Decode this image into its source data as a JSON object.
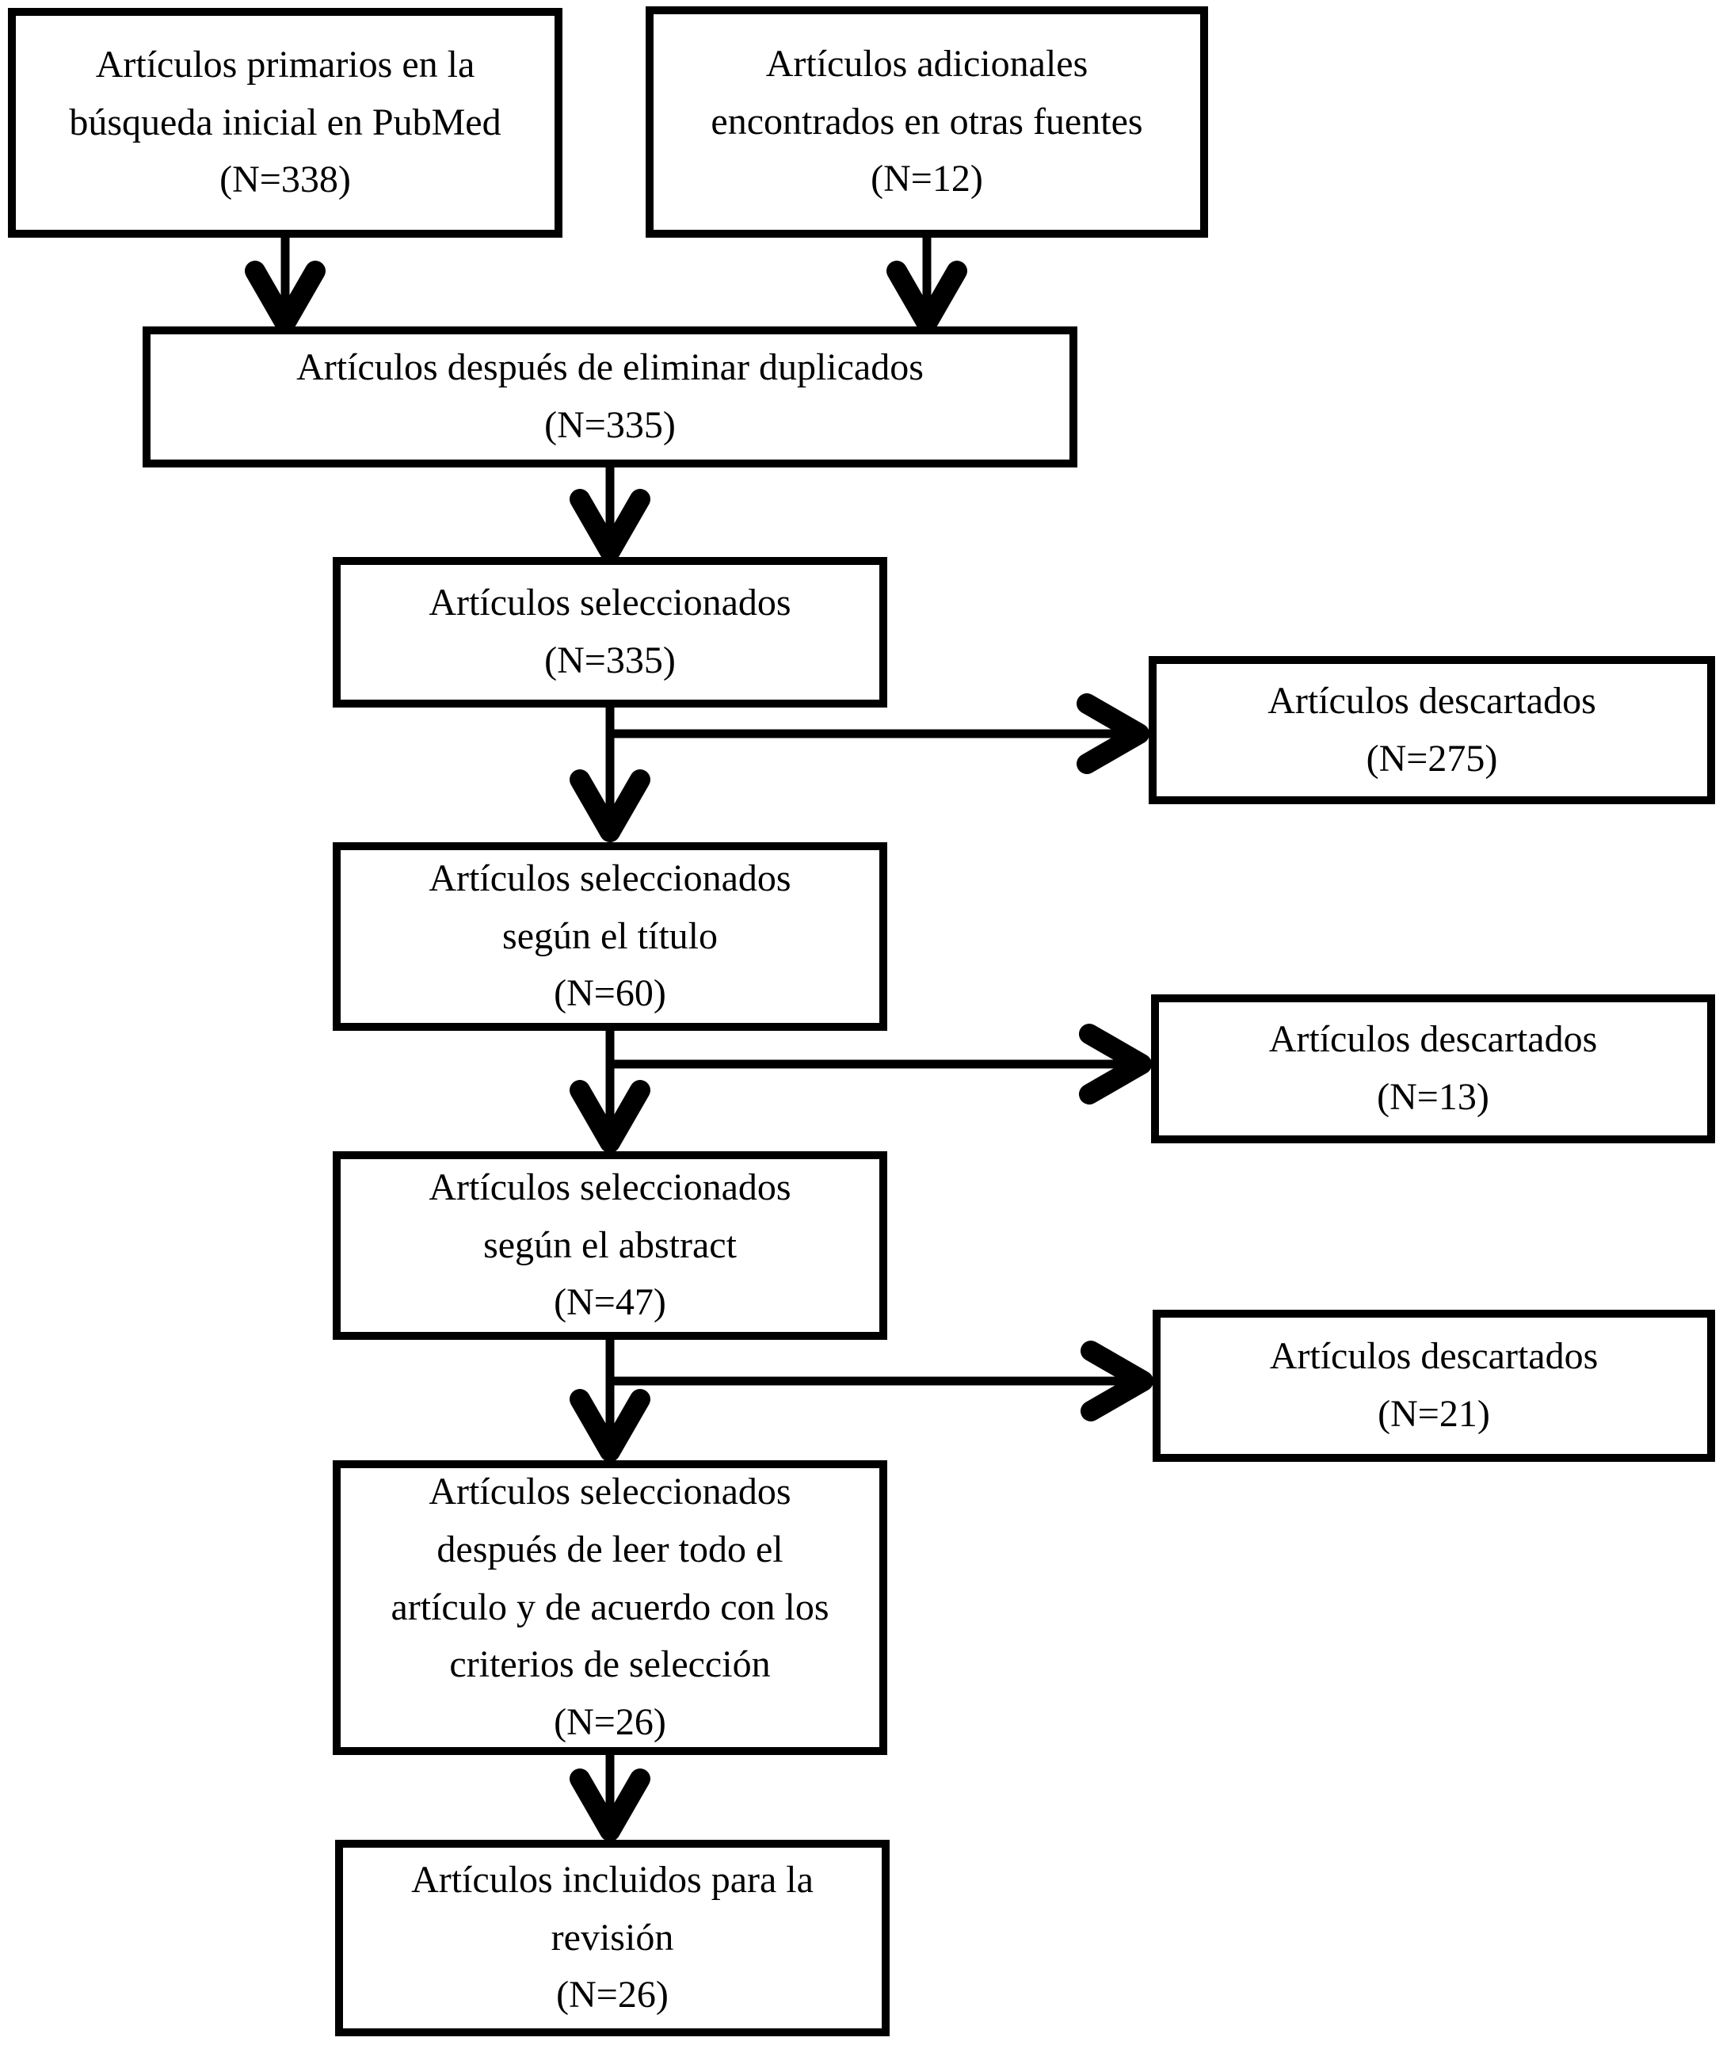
{
  "diagram": {
    "background_color": "#ffffff",
    "line_color": "#000000",
    "boxes": [
      {
        "id": "pubmed",
        "lines": [
          "Artículos primarios en la",
          "búsqueda inicial en PubMed",
          "(N=338)"
        ]
      },
      {
        "id": "otras-fuentes",
        "lines": [
          "Artículos adicionales",
          "encontrados en otras fuentes",
          "(N=12)"
        ]
      },
      {
        "id": "sin-duplicados",
        "lines": [
          "Artículos después de eliminar duplicados",
          "(N=335)"
        ]
      },
      {
        "id": "seleccionados",
        "lines": [
          "Artículos seleccionados",
          "(N=335)"
        ]
      },
      {
        "id": "descartados-1",
        "lines": [
          "Artículos descartados",
          "(N=275)"
        ]
      },
      {
        "id": "segun-titulo",
        "lines": [
          "Artículos seleccionados",
          "según el título",
          "(N=60)"
        ]
      },
      {
        "id": "descartados-2",
        "lines": [
          "Artículos descartados",
          "(N=13)"
        ]
      },
      {
        "id": "segun-abstract",
        "lines": [
          "Artículos seleccionados",
          "según  el abstract",
          "(N=47)"
        ]
      },
      {
        "id": "descartados-3",
        "lines": [
          "Artículos descartados",
          "(N=21)"
        ]
      },
      {
        "id": "texto-completo",
        "lines": [
          "Artículos seleccionados",
          "después de leer todo el",
          "artículo y de acuerdo con los",
          "criterios de selección",
          "(N=26)"
        ]
      },
      {
        "id": "incluidos",
        "lines": [
          "Artículos incluidos para la",
          "revisión",
          "(N=26)"
        ]
      }
    ]
  }
}
